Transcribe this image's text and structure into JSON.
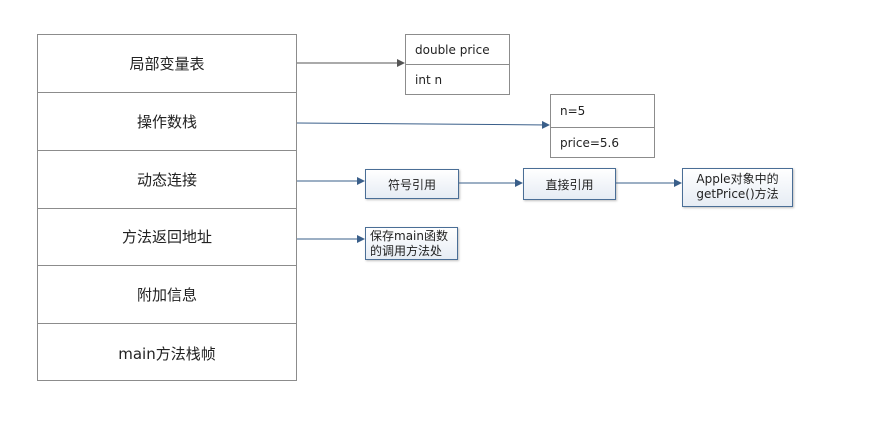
{
  "stack_frame": {
    "rows": [
      {
        "label": "局部变量表"
      },
      {
        "label": "操作数栈"
      },
      {
        "label": "动态连接"
      },
      {
        "label": "方法返回地址"
      },
      {
        "label": "附加信息"
      },
      {
        "label": "main方法栈帧"
      }
    ]
  },
  "local_vars_box": {
    "entries": [
      "double price",
      "int n"
    ]
  },
  "operand_box": {
    "entries": [
      "n=5",
      "price=5.6"
    ]
  },
  "dynamic_link": {
    "symbol_ref": "符号引用",
    "direct_ref": "直接引用",
    "target_line1": "Apple对象中的",
    "target_line2": "getPrice()方法"
  },
  "return_address": {
    "line1": "保存main函数",
    "line2": "的调用方法处"
  },
  "colors": {
    "arrow_gray": "#555555",
    "arrow_blue": "#3a5f8a",
    "box_border_blue": "#4a6e96"
  }
}
